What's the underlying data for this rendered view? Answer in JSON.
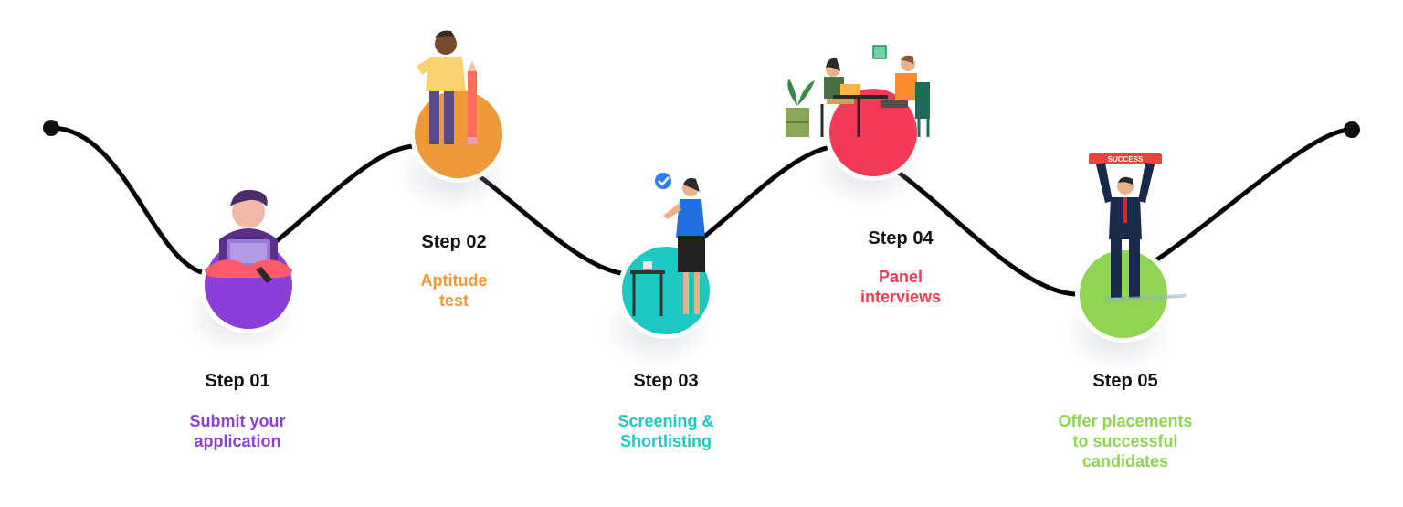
{
  "steps": [
    {
      "title": "Step 01",
      "desc": [
        "Submit your",
        "application"
      ],
      "color": "#8B3FD9",
      "icon": "person-with-laptop"
    },
    {
      "title": "Step 02",
      "desc": [
        "Aptitude",
        "test"
      ],
      "color": "#EE9A3A",
      "icon": "person-with-pencil"
    },
    {
      "title": "Step 03",
      "desc": [
        "Screening &",
        "Shortlisting"
      ],
      "color": "#1EC8C0",
      "icon": "woman-presenting-with-checkmark"
    },
    {
      "title": "Step 04",
      "desc": [
        "Panel",
        "interviews"
      ],
      "color": "#F53A55",
      "icon": "interview-at-desk"
    },
    {
      "title": "Step 05",
      "desc": [
        "Offer placements",
        "to successful",
        "candidates"
      ],
      "color": "#8FD552",
      "icon": "man-holding-success-banner"
    }
  ],
  "banner_text": "SUCCESS"
}
